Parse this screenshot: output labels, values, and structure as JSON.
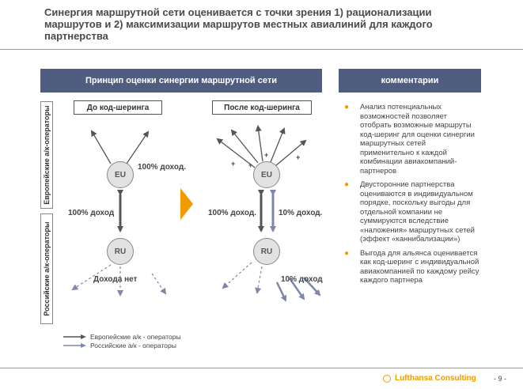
{
  "header": {
    "title": "Синергия маршрутной сети оценивается с точки зрения 1) рационализации маршрутов и 2) максимизации маршрутов местных авиалиний для каждого партнерства"
  },
  "diagram": {
    "heading": "Принцип оценки синергии маршрутной сети",
    "side_label_eu": "Европейские а/к-операторы",
    "side_label_ru": "Российские а/к-операторы",
    "before_label": "До код-шеринга",
    "after_label": "После код-шеринга",
    "node_eu": "EU",
    "node_ru": "RU",
    "before": {
      "eu_income": "100% доход.",
      "ru_income": "100% доход",
      "no_income": "Дохода нет"
    },
    "after": {
      "left_income": "100% доход.",
      "right_income": "10% доход.",
      "ru_income": "10% доход",
      "plus": [
        "+",
        "+",
        "+",
        "+"
      ]
    },
    "legend": [
      {
        "label": "Европейские а/к - операторы",
        "color": "#555555"
      },
      {
        "label": "Российские а/к - операторы",
        "color": "#7f87a8"
      }
    ]
  },
  "comments": {
    "heading": "комментарии",
    "items": [
      "Анализ потенциальных возможностей позволяет отобрать возможные маршруты код-шеринг для оценки синергии маршрутных сетей применительно к каждой комбинации авиакомпаний-партнеров",
      "Двусторонние партнерства оцениваются в индивидуальном порядке, поскольку выгоды для отдельной компании не суммируются вследствие «наложения» маршрутных сетей (эффект «каннибализации»)",
      "Выгода для альянса оценивается как код-шеринг с индивидуальной авиакомпанией по каждому рейсу каждого партнера"
    ]
  },
  "footer": {
    "brand": "Lufthansa Consulting",
    "page": "- 9 -"
  },
  "colors": {
    "header_bg": "#4f5d80",
    "accent": "#f29a00",
    "eu_arrow": "#555555",
    "ru_arrow": "#7f87a8"
  }
}
